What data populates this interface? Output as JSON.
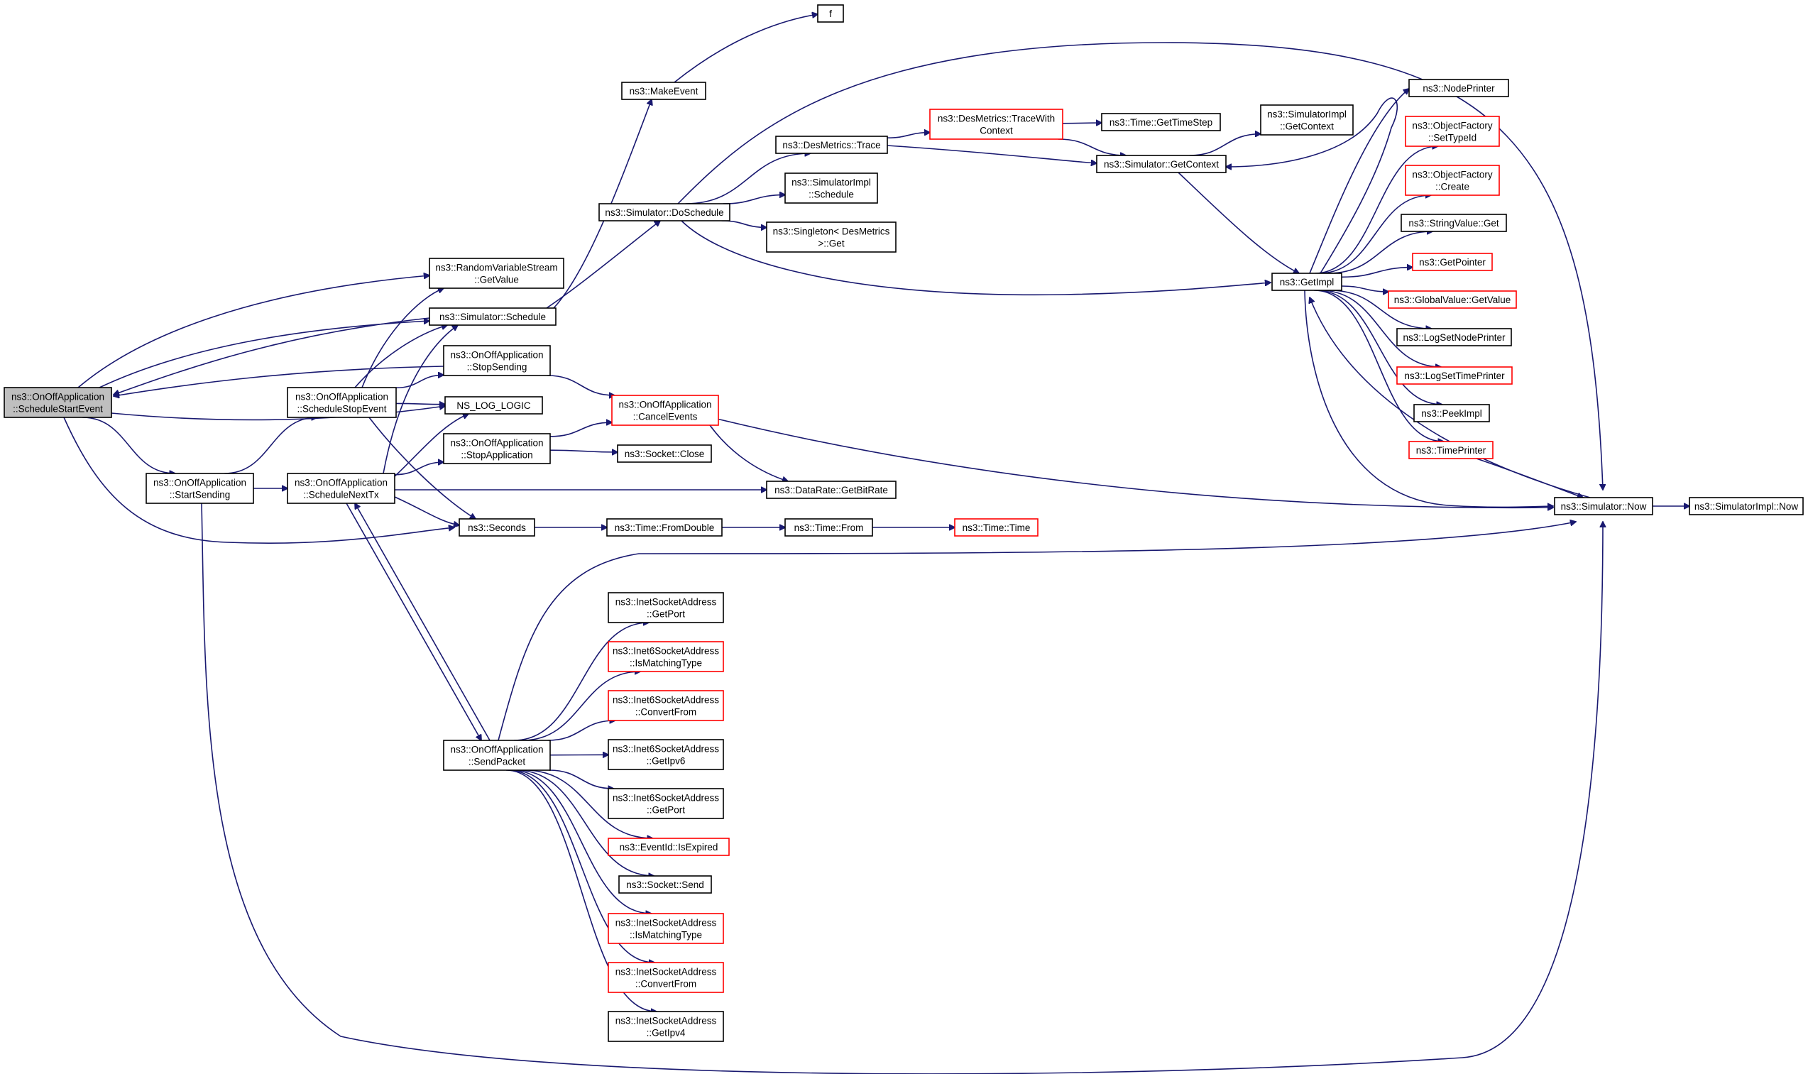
{
  "graph": {
    "root": "schedule-start-event",
    "colors": {
      "edge": "#191970",
      "box_border": "#000000",
      "box_border_undocumented": "#ff0000",
      "root_fill": "#bfbfbf",
      "background": "#ffffff"
    },
    "nodes": [
      {
        "id": "schedule-start-event",
        "lines": [
          "ns3::OnOffApplication",
          "::ScheduleStartEvent"
        ],
        "style": "root"
      },
      {
        "id": "random-variable-stream-getvalue",
        "lines": [
          "ns3::RandomVariableStream",
          "::GetValue"
        ],
        "style": "normal"
      },
      {
        "id": "simulator-schedule",
        "lines": [
          "ns3::Simulator::Schedule"
        ],
        "style": "normal"
      },
      {
        "id": "stop-sending",
        "lines": [
          "ns3::OnOffApplication",
          "::StopSending"
        ],
        "style": "normal"
      },
      {
        "id": "schedule-stop-event",
        "lines": [
          "ns3::OnOffApplication",
          "::ScheduleStopEvent"
        ],
        "style": "normal"
      },
      {
        "id": "ns-log-logic",
        "lines": [
          "NS_LOG_LOGIC"
        ],
        "style": "normal"
      },
      {
        "id": "start-sending",
        "lines": [
          "ns3::OnOffApplication",
          "::StartSending"
        ],
        "style": "normal"
      },
      {
        "id": "schedule-next-tx",
        "lines": [
          "ns3::OnOffApplication",
          "::ScheduleNextTx"
        ],
        "style": "normal"
      },
      {
        "id": "stop-application",
        "lines": [
          "ns3::OnOffApplication",
          "::StopApplication"
        ],
        "style": "normal"
      },
      {
        "id": "seconds",
        "lines": [
          "ns3::Seconds"
        ],
        "style": "normal"
      },
      {
        "id": "send-packet",
        "lines": [
          "ns3::OnOffApplication",
          "::SendPacket"
        ],
        "style": "normal"
      },
      {
        "id": "make-event",
        "lines": [
          "ns3::MakeEvent"
        ],
        "style": "normal"
      },
      {
        "id": "f",
        "lines": [
          "f"
        ],
        "style": "normal"
      },
      {
        "id": "do-schedule",
        "lines": [
          "ns3::Simulator::DoSchedule"
        ],
        "style": "normal"
      },
      {
        "id": "des-metrics-trace",
        "lines": [
          "ns3::DesMetrics::Trace"
        ],
        "style": "normal"
      },
      {
        "id": "simulator-impl-schedule",
        "lines": [
          "ns3::SimulatorImpl",
          "::Schedule"
        ],
        "style": "normal"
      },
      {
        "id": "singleton-des-metrics-get",
        "lines": [
          "ns3::Singleton< DesMetrics",
          ">::Get"
        ],
        "style": "normal"
      },
      {
        "id": "des-metrics-trace-with-context",
        "lines": [
          "ns3::DesMetrics::TraceWith",
          "Context"
        ],
        "style": "red"
      },
      {
        "id": "time-get-time-step",
        "lines": [
          "ns3::Time::GetTimeStep"
        ],
        "style": "normal"
      },
      {
        "id": "simulator-get-context",
        "lines": [
          "ns3::Simulator::GetContext"
        ],
        "style": "normal"
      },
      {
        "id": "simulator-impl-get-context",
        "lines": [
          "ns3::SimulatorImpl",
          "::GetContext"
        ],
        "style": "normal"
      },
      {
        "id": "get-impl",
        "lines": [
          "ns3::GetImpl"
        ],
        "style": "normal"
      },
      {
        "id": "node-printer",
        "lines": [
          "ns3::NodePrinter"
        ],
        "style": "normal"
      },
      {
        "id": "object-factory-set-type-id",
        "lines": [
          "ns3::ObjectFactory",
          "::SetTypeId"
        ],
        "style": "red"
      },
      {
        "id": "object-factory-create",
        "lines": [
          "ns3::ObjectFactory",
          "::Create"
        ],
        "style": "red"
      },
      {
        "id": "string-value-get",
        "lines": [
          "ns3::StringValue::Get"
        ],
        "style": "normal"
      },
      {
        "id": "get-pointer",
        "lines": [
          "ns3::GetPointer"
        ],
        "style": "red"
      },
      {
        "id": "global-value-get-value",
        "lines": [
          "ns3::GlobalValue::GetValue"
        ],
        "style": "red"
      },
      {
        "id": "log-set-node-printer",
        "lines": [
          "ns3::LogSetNodePrinter"
        ],
        "style": "normal"
      },
      {
        "id": "log-set-time-printer",
        "lines": [
          "ns3::LogSetTimePrinter"
        ],
        "style": "red"
      },
      {
        "id": "peek-impl",
        "lines": [
          "ns3::PeekImpl"
        ],
        "style": "normal"
      },
      {
        "id": "time-printer",
        "lines": [
          "ns3::TimePrinter"
        ],
        "style": "red"
      },
      {
        "id": "simulator-now",
        "lines": [
          "ns3::Simulator::Now"
        ],
        "style": "normal"
      },
      {
        "id": "simulator-impl-now",
        "lines": [
          "ns3::SimulatorImpl::Now"
        ],
        "style": "normal"
      },
      {
        "id": "cancel-events",
        "lines": [
          "ns3::OnOffApplication",
          "::CancelEvents"
        ],
        "style": "red"
      },
      {
        "id": "socket-close",
        "lines": [
          "ns3::Socket::Close"
        ],
        "style": "normal"
      },
      {
        "id": "data-rate-get-bit-rate",
        "lines": [
          "ns3::DataRate::GetBitRate"
        ],
        "style": "normal"
      },
      {
        "id": "time-from-double",
        "lines": [
          "ns3::Time::FromDouble"
        ],
        "style": "normal"
      },
      {
        "id": "time-from",
        "lines": [
          "ns3::Time::From"
        ],
        "style": "normal"
      },
      {
        "id": "time-time",
        "lines": [
          "ns3::Time::Time"
        ],
        "style": "red"
      },
      {
        "id": "inet-socket-address-get-port",
        "lines": [
          "ns3::InetSocketAddress",
          "::GetPort"
        ],
        "style": "normal"
      },
      {
        "id": "inet6-socket-address-is-matching-type",
        "lines": [
          "ns3::Inet6SocketAddress",
          "::IsMatchingType"
        ],
        "style": "red"
      },
      {
        "id": "inet6-socket-address-convert-from",
        "lines": [
          "ns3::Inet6SocketAddress",
          "::ConvertFrom"
        ],
        "style": "red"
      },
      {
        "id": "inet6-socket-address-get-ipv6",
        "lines": [
          "ns3::Inet6SocketAddress",
          "::GetIpv6"
        ],
        "style": "normal"
      },
      {
        "id": "inet6-socket-address-get-port",
        "lines": [
          "ns3::Inet6SocketAddress",
          "::GetPort"
        ],
        "style": "normal"
      },
      {
        "id": "event-id-is-expired",
        "lines": [
          "ns3::EventId::IsExpired"
        ],
        "style": "red"
      },
      {
        "id": "socket-send",
        "lines": [
          "ns3::Socket::Send"
        ],
        "style": "normal"
      },
      {
        "id": "inet-socket-address-is-matching-type",
        "lines": [
          "ns3::InetSocketAddress",
          "::IsMatchingType"
        ],
        "style": "red"
      },
      {
        "id": "inet-socket-address-convert-from",
        "lines": [
          "ns3::InetSocketAddress",
          "::ConvertFrom"
        ],
        "style": "red"
      },
      {
        "id": "inet-socket-address-get-ipv4",
        "lines": [
          "ns3::InetSocketAddress",
          "::GetIpv4"
        ],
        "style": "normal"
      }
    ],
    "edges": [
      {
        "from": "schedule-start-event",
        "to": "random-variable-stream-getvalue"
      },
      {
        "from": "schedule-start-event",
        "to": "simulator-schedule"
      },
      {
        "from": "schedule-start-event",
        "to": "ns-log-logic"
      },
      {
        "from": "schedule-start-event",
        "to": "start-sending"
      },
      {
        "from": "schedule-start-event",
        "to": "seconds"
      },
      {
        "from": "simulator-schedule",
        "to": "schedule-start-event"
      },
      {
        "from": "stop-sending",
        "to": "schedule-start-event"
      },
      {
        "from": "simulator-schedule",
        "to": "make-event"
      },
      {
        "from": "simulator-schedule",
        "to": "do-schedule"
      },
      {
        "from": "make-event",
        "to": "f"
      },
      {
        "from": "do-schedule",
        "to": "des-metrics-trace"
      },
      {
        "from": "do-schedule",
        "to": "simulator-impl-schedule"
      },
      {
        "from": "do-schedule",
        "to": "singleton-des-metrics-get"
      },
      {
        "from": "do-schedule",
        "to": "get-impl"
      },
      {
        "from": "do-schedule",
        "to": "simulator-now"
      },
      {
        "from": "des-metrics-trace",
        "to": "des-metrics-trace-with-context"
      },
      {
        "from": "des-metrics-trace",
        "to": "simulator-get-context"
      },
      {
        "from": "des-metrics-trace-with-context",
        "to": "time-get-time-step"
      },
      {
        "from": "des-metrics-trace-with-context",
        "to": "simulator-get-context"
      },
      {
        "from": "simulator-get-context",
        "to": "simulator-impl-get-context"
      },
      {
        "from": "simulator-get-context",
        "to": "get-impl"
      },
      {
        "from": "get-impl",
        "to": "simulator-get-context"
      },
      {
        "from": "get-impl",
        "to": "node-printer"
      },
      {
        "from": "get-impl",
        "to": "object-factory-set-type-id"
      },
      {
        "from": "get-impl",
        "to": "object-factory-create"
      },
      {
        "from": "get-impl",
        "to": "string-value-get"
      },
      {
        "from": "get-impl",
        "to": "get-pointer"
      },
      {
        "from": "get-impl",
        "to": "global-value-get-value"
      },
      {
        "from": "get-impl",
        "to": "log-set-node-printer"
      },
      {
        "from": "get-impl",
        "to": "log-set-time-printer"
      },
      {
        "from": "get-impl",
        "to": "peek-impl"
      },
      {
        "from": "get-impl",
        "to": "time-printer"
      },
      {
        "from": "get-impl",
        "to": "simulator-now"
      },
      {
        "from": "simulator-now",
        "to": "get-impl"
      },
      {
        "from": "time-printer",
        "to": "simulator-now"
      },
      {
        "from": "simulator-now",
        "to": "simulator-impl-now"
      },
      {
        "from": "schedule-stop-event",
        "to": "random-variable-stream-getvalue"
      },
      {
        "from": "schedule-stop-event",
        "to": "simulator-schedule"
      },
      {
        "from": "schedule-stop-event",
        "to": "stop-sending"
      },
      {
        "from": "schedule-stop-event",
        "to": "ns-log-logic"
      },
      {
        "from": "schedule-stop-event",
        "to": "seconds"
      },
      {
        "from": "start-sending",
        "to": "schedule-stop-event"
      },
      {
        "from": "start-sending",
        "to": "schedule-next-tx"
      },
      {
        "from": "start-sending",
        "to": "simulator-now"
      },
      {
        "from": "schedule-next-tx",
        "to": "simulator-schedule"
      },
      {
        "from": "schedule-next-tx",
        "to": "ns-log-logic"
      },
      {
        "from": "schedule-next-tx",
        "to": "stop-application"
      },
      {
        "from": "schedule-next-tx",
        "to": "data-rate-get-bit-rate"
      },
      {
        "from": "schedule-next-tx",
        "to": "seconds"
      },
      {
        "from": "schedule-next-tx",
        "to": "send-packet"
      },
      {
        "from": "send-packet",
        "to": "schedule-next-tx"
      },
      {
        "from": "stop-sending",
        "to": "cancel-events"
      },
      {
        "from": "stop-application",
        "to": "cancel-events"
      },
      {
        "from": "stop-application",
        "to": "socket-close"
      },
      {
        "from": "cancel-events",
        "to": "data-rate-get-bit-rate"
      },
      {
        "from": "cancel-events",
        "to": "simulator-now"
      },
      {
        "from": "seconds",
        "to": "time-from-double"
      },
      {
        "from": "time-from-double",
        "to": "time-from"
      },
      {
        "from": "time-from",
        "to": "time-time"
      },
      {
        "from": "send-packet",
        "to": "simulator-now"
      },
      {
        "from": "send-packet",
        "to": "inet-socket-address-get-port"
      },
      {
        "from": "send-packet",
        "to": "inet6-socket-address-is-matching-type"
      },
      {
        "from": "send-packet",
        "to": "inet6-socket-address-convert-from"
      },
      {
        "from": "send-packet",
        "to": "inet6-socket-address-get-ipv6"
      },
      {
        "from": "send-packet",
        "to": "inet6-socket-address-get-port"
      },
      {
        "from": "send-packet",
        "to": "event-id-is-expired"
      },
      {
        "from": "send-packet",
        "to": "socket-send"
      },
      {
        "from": "send-packet",
        "to": "inet-socket-address-is-matching-type"
      },
      {
        "from": "send-packet",
        "to": "inet-socket-address-convert-from"
      },
      {
        "from": "send-packet",
        "to": "inet-socket-address-get-ipv4"
      }
    ]
  }
}
